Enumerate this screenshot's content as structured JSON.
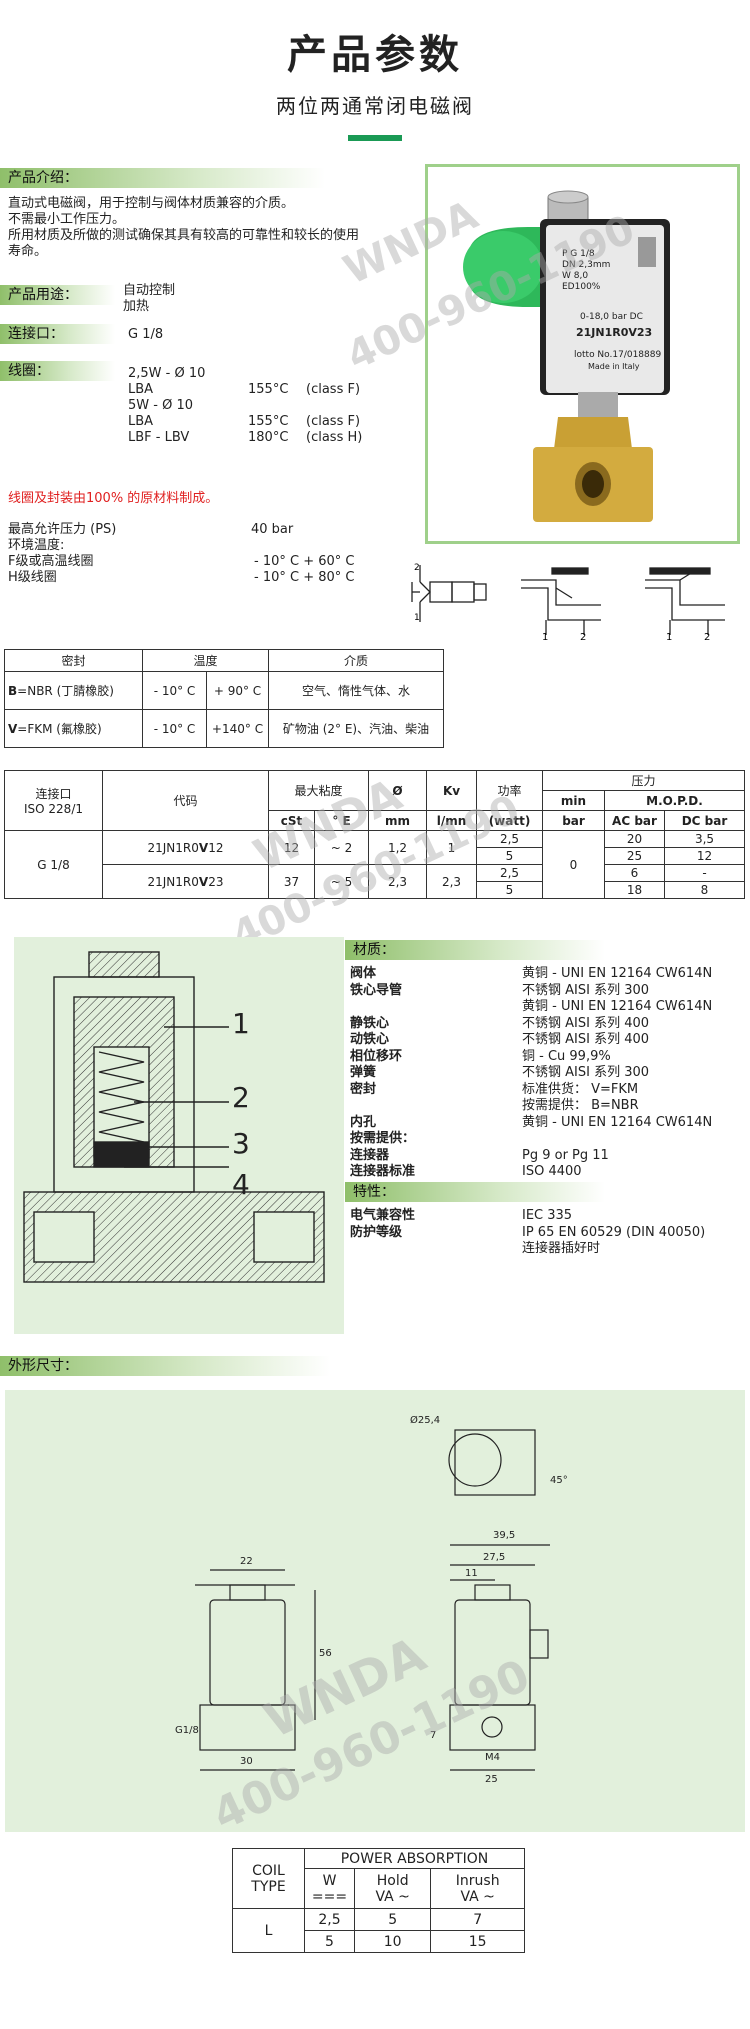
{
  "header": {
    "title": "产品参数",
    "subtitle": "两位两通常闭电磁阀"
  },
  "intro": {
    "heading": "产品介绍：",
    "lines": [
      "直动式电磁阀，用于控制与阀体材质兼容的介质。",
      "不需最小工作压力。",
      "所用材质及所做的测试确保其具有较高的可靠性和较长的使用",
      "寿命。"
    ]
  },
  "usage": {
    "label": "产品用途：",
    "values": [
      "自动控制",
      "加热"
    ]
  },
  "port": {
    "label": "连接口：",
    "value": "G 1/8"
  },
  "coil": {
    "label": "线圈：",
    "rows": [
      [
        "2,5W - Ø 10",
        "",
        ""
      ],
      [
        "LBA",
        "155°C",
        "(class F)"
      ],
      [
        "5W  -  Ø 10",
        "",
        ""
      ],
      [
        "LBA",
        "155°C",
        "(class F)"
      ],
      [
        "LBF - LBV",
        "180°C",
        "(class H)"
      ]
    ]
  },
  "note": "线圈及封装由100% 的原材料制成。",
  "pressure": {
    "rows": [
      [
        "最高允许压力 (PS)",
        "40 bar"
      ],
      [
        "环境温度:",
        ""
      ],
      [
        "F级或高温线圈",
        "- 10° C + 60° C"
      ],
      [
        "H级线圈",
        "- 10° C + 80° C"
      ]
    ]
  },
  "photo": {
    "label1": "P G 1/8",
    "label2": "DN 2,3mm",
    "label3": "W 8,0",
    "label4": "ED100%",
    "label5": "0-18,0 bar DC",
    "code": "21JN1R0V23",
    "lotto": "lotto No.17/018889",
    "made": "Made in Italy"
  },
  "watermark": {
    "brand": "WNDA",
    "phone": "400-960-1190"
  },
  "seal_table": {
    "headers": [
      "密封",
      "温度",
      "介质"
    ],
    "rows": [
      {
        "seal_bold": "B",
        "seal": "=NBR (丁腈橡胶)",
        "t1": "- 10° C",
        "t2": "+ 90° C",
        "medium": "空气、惰性气体、水"
      },
      {
        "seal_bold": "V",
        "seal": "=FKM (氟橡胶)",
        "t1": "- 10° C",
        "t2": "+140° C",
        "medium": "矿物油 (2° E)、汽油、柴油"
      }
    ]
  },
  "spec_table": {
    "h_port": "连接口",
    "h_port2": "ISO 228/1",
    "h_code": "代码",
    "h_visc": "最大粘度",
    "h_dia": "Ø",
    "h_kv": "Kv",
    "h_power": "功率",
    "h_pressure": "压力",
    "h_cst": "cSt",
    "h_e": "° E",
    "h_mm": "mm",
    "h_lmn": "l/mn",
    "h_watt": "(watt)",
    "h_min": "min",
    "h_bar": "bar",
    "h_mopd": "M.O.P.D.",
    "h_ac": "AC bar",
    "h_dc": "DC bar",
    "port": "G 1/8",
    "min": "0",
    "rows": [
      {
        "code_a": "21JN1R0",
        "code_b": "V",
        "code_c": "12",
        "cst": "12",
        "e": "~ 2",
        "mm": "1,2",
        "kv": "1",
        "p1": "2,5",
        "p2": "5",
        "ac1": "20",
        "ac2": "25",
        "dc1": "3,5",
        "dc2": "12"
      },
      {
        "code_a": "21JN1R0",
        "code_b": "V",
        "code_c": "23",
        "cst": "37",
        "e": "~ 5",
        "mm": "2,3",
        "kv": "2,3",
        "p1": "2,5",
        "p2": "5",
        "ac1": "6",
        "ac2": "18",
        "dc1": "-",
        "dc2": "8"
      }
    ]
  },
  "section_drawing": {
    "numbers": [
      "1",
      "2",
      "3",
      "4"
    ]
  },
  "materials": {
    "heading": "材质：",
    "rows": [
      [
        "阀体",
        "黄铜 - UNI EN 12164 CW614N",
        true
      ],
      [
        "铁心导管",
        "不锈钢 AISI 系列 300",
        true
      ],
      [
        "",
        "黄铜 - UNI EN 12164 CW614N",
        false
      ],
      [
        "静铁心",
        "不锈钢 AISI 系列 400",
        true
      ],
      [
        "动铁心",
        "不锈钢 AISI 系列 400",
        true
      ],
      [
        "相位移环",
        "铜 - Cu 99,9%",
        true
      ],
      [
        "弹簧",
        "不锈钢 AISI 系列 300",
        true
      ],
      [
        "密封",
        "标准供货：  V=FKM",
        true
      ],
      [
        "",
        "按需提供：  B=NBR",
        false
      ],
      [
        "内孔",
        "黄铜 - UNI EN 12164 CW614N",
        true
      ],
      [
        "按需提供：",
        "",
        true
      ],
      [
        "连接器",
        "Pg 9 or Pg 11",
        true
      ],
      [
        "连接器标准",
        "ISO 4400",
        true
      ]
    ]
  },
  "features": {
    "heading": "特性：",
    "rows": [
      [
        "电气兼容性",
        "IEC 335"
      ],
      [
        "防护等级",
        "IP 65 EN 60529 (DIN 40050)"
      ],
      [
        "",
        "连接器插好时"
      ]
    ]
  },
  "dimensions": {
    "heading": "外形尺寸：",
    "d1": "Ø25,4",
    "d2": "45°",
    "d3": "39,5",
    "d4": "27,5",
    "d5": "11",
    "d6": "22",
    "d7": "56",
    "d8": "G1/8",
    "d9": "30",
    "d10": "7",
    "d11": "M4",
    "d12": "25"
  },
  "power_table": {
    "h_coil": "COIL",
    "h_type": "TYPE",
    "h_power": "POWER ABSORPTION",
    "h_w": "W",
    "h_dc": "===",
    "h_hold": "Hold",
    "h_inrush": "Inrush",
    "h_va": "VA ~",
    "type": "L",
    "rows": [
      [
        "2,5",
        "5",
        "7"
      ],
      [
        "5",
        "10",
        "15"
      ]
    ]
  }
}
